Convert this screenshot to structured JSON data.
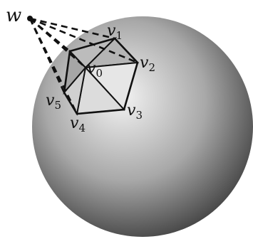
{
  "diagram": {
    "colors": {
      "sphere_light": "#f4f4f4",
      "sphere_mid": "#a8a8a8",
      "sphere_dark": "#3a3a3a",
      "line": "#111111",
      "face_light": "#e9e9e9",
      "face_mid": "#c4c4c4",
      "face_dark": "#8c8c8c"
    },
    "labels": {
      "w": "w",
      "v": "v",
      "v0_sub": "0",
      "v1_sub": "1",
      "v2_sub": "2",
      "v3_sub": "3",
      "v4_sub": "4",
      "v5_sub": "5"
    }
  }
}
